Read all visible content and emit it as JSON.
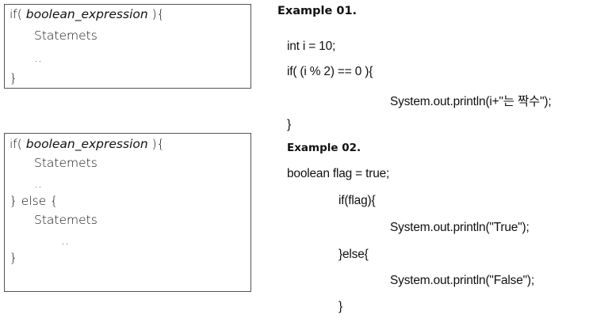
{
  "box1": {
    "line1_prefix": "if( ",
    "line1_expr": "boolean_expression",
    "line1_suffix": " ){",
    "line2": "Statemets",
    "line3": "..",
    "line4": "}"
  },
  "box2": {
    "line1_prefix": "if( ",
    "line1_expr": "boolean_expression",
    "line1_suffix": " ){",
    "line2": "Statemets",
    "line3": "..",
    "line4": "} else {",
    "line5": "Statemets",
    "line6": "..",
    "line7": "}"
  },
  "example1": {
    "title": "Example 01.",
    "lines": [
      "int i = 10;",
      "if( (i % 2) == 0 ){",
      "System.out.println(i+\"는 짝수\");",
      "}"
    ]
  },
  "example2": {
    "title": "Example 02.",
    "lines": [
      "boolean flag = true;",
      "if(flag){",
      "System.out.println(\"True\");",
      "}else{",
      "System.out.println(\"False\");",
      "}"
    ]
  }
}
